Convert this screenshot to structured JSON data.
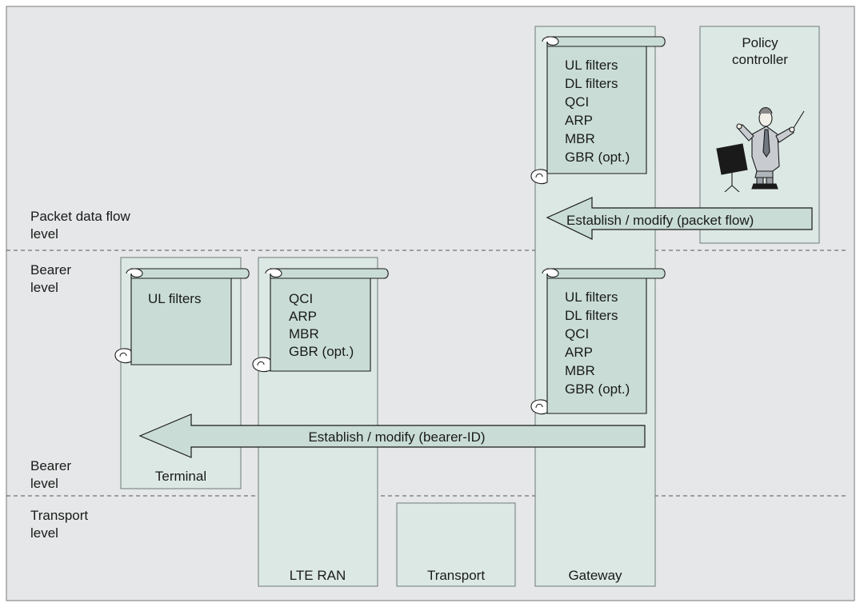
{
  "levels": {
    "packet_flow": [
      "Packet data flow",
      "level"
    ],
    "bearer_top": [
      "Bearer",
      "level"
    ],
    "bearer_bottom": [
      "Bearer",
      "level"
    ],
    "transport": [
      "Transport",
      "level"
    ]
  },
  "nodes": {
    "terminal": "Terminal",
    "lte_ran": "LTE RAN",
    "transport": "Transport",
    "gateway": "Gateway",
    "policy_controller": [
      "Policy",
      "controller"
    ]
  },
  "scrolls": {
    "terminal": [
      "UL filters"
    ],
    "lte_ran": [
      "QCI",
      "ARP",
      "MBR",
      "GBR (opt.)"
    ],
    "gateway_packet": [
      "UL filters",
      "DL filters",
      "QCI",
      "ARP",
      "MBR",
      "GBR (opt.)"
    ],
    "gateway_bearer": [
      "UL filters",
      "DL filters",
      "QCI",
      "ARP",
      "MBR",
      "GBR (opt.)"
    ]
  },
  "arrows": {
    "packet_flow": "Establish / modify (packet flow)",
    "bearer": "Establish / modify (bearer-ID)"
  },
  "icons": {
    "conductor": "conductor-icon"
  }
}
